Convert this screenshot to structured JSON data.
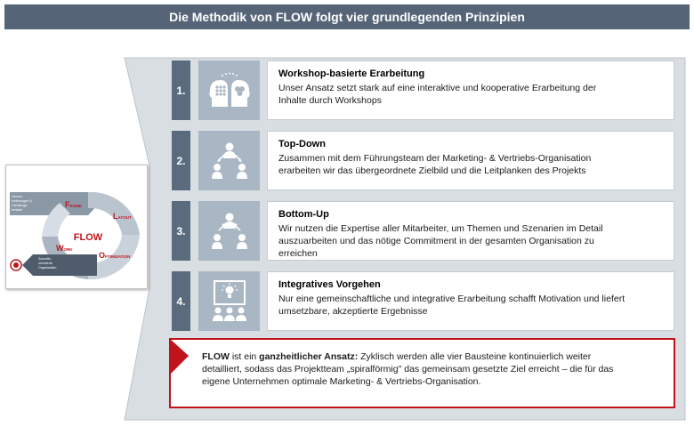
{
  "header": {
    "title": "Die Methodik von FLOW folgt vier grundlegenden Prinzipien"
  },
  "thumbnail": {
    "center_label": "FLOW",
    "labels": {
      "frame_initial": "F",
      "frame_rest": "RAME",
      "layout_initial": "L",
      "layout_rest": "AYOUT",
      "work_initial": "W",
      "work_rest": "ORK",
      "optimization_initial": "O",
      "optimization_rest": "PTIMIZATION"
    },
    "input_text": [
      "Heraus-",
      "forderungen &",
      "Handlungs-",
      "bedarfe"
    ],
    "output_text": [
      "Zukunfts-",
      "orientierte",
      "Organisation"
    ]
  },
  "steps": [
    {
      "number": "1.",
      "icon": "workshop-heads-icon",
      "title": "Workshop-basierte Erarbeitung",
      "lines": [
        "Unser Ansatz setzt stark auf eine interaktive und kooperative Erarbeitung der",
        "Inhalte durch Workshops"
      ]
    },
    {
      "number": "2.",
      "icon": "top-down-people-icon",
      "title": "Top-Down",
      "lines": [
        "Zusammen mit dem Führungsteam der Marketing- & Vertriebs-Organisation",
        "erarbeiten wir das übergeordnete Zielbild und die Leitplanken des Projekts"
      ]
    },
    {
      "number": "3.",
      "icon": "bottom-up-people-icon",
      "title": "Bottom-Up",
      "lines": [
        "Wir nutzen die Expertise aller Mitarbeiter, um Themen und Szenarien im Detail",
        "auszuarbeiten und das nötige Commitment in der gesamten Organisation zu",
        "erreichen"
      ]
    },
    {
      "number": "4.",
      "icon": "presentation-idea-icon",
      "title": "Integratives Vorgehen",
      "lines": [
        "Nur eine gemeinschaftliche und integrative Erarbeitung schafft Motivation und liefert",
        "umsetzbare, akzeptierte Ergebnisse"
      ]
    }
  ],
  "summary": {
    "lead_bold": "FLOW",
    "lead_after": " ist ein ",
    "lead_bold2": "ganzheitlicher Ansatz:",
    "line1_rest": " Zyklisch werden alle vier Bausteine kontinuierlich weiter",
    "line2": "detailliert, sodass das Projektteam „spiralförmig\" das gemeinsam gesetzte Ziel erreicht – die für das",
    "line3": "eigene Unternehmen optimale Marketing- & Vertriebs-Organisation."
  },
  "colors": {
    "header_bg": "#556577",
    "number_bg": "#5a6b7d",
    "icon_bg": "#a9b6c3",
    "panel_bg": "#d9dee3",
    "accent_red": "#c0141c"
  }
}
